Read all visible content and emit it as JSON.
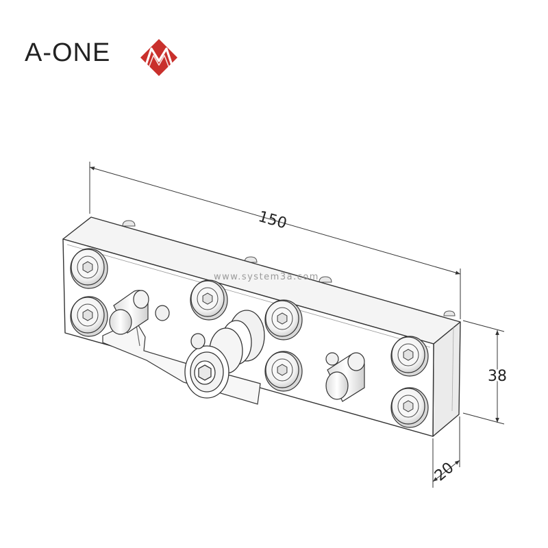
{
  "brand": {
    "name": "A-ONE",
    "logo_icon": "red-diamond-M-logo-icon",
    "logo_color": "#c9302c"
  },
  "watermark": "www.system3a.com",
  "dimensions": {
    "length": "150",
    "height": "38",
    "thickness": "20"
  },
  "colors": {
    "line": "#333333",
    "face": "#ffffff",
    "shade": "#e6e6e6"
  }
}
